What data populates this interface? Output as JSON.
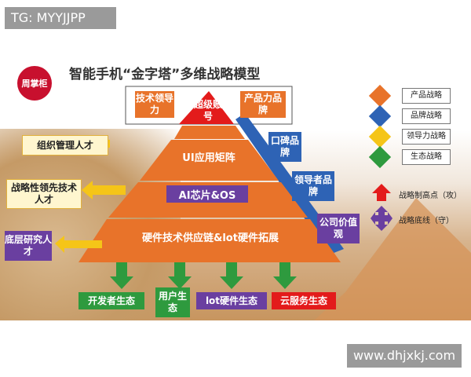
{
  "watermark_top": "TG: MYYJJPP",
  "watermark_bottom": "www.dhjxkj.com",
  "badge": "周掌柜",
  "title": "智能手机“金字塔”多维战略模型",
  "pyramid": {
    "apex": "超级账号",
    "top_left": "技术领导力",
    "top_right": "产品力品牌",
    "level_ui": "UI应用矩阵",
    "level_ai": "AI芯片&OS",
    "level_hw": "硬件技术供应链&lot硬件拓展"
  },
  "right_blocks": [
    {
      "label": "口碑品牌"
    },
    {
      "label": "领导者品牌"
    },
    {
      "label": "公司价值观"
    }
  ],
  "left_cards": [
    {
      "label": "组织管理人才"
    },
    {
      "label": "战略性领先技术人才"
    },
    {
      "label": "底层研究人才"
    }
  ],
  "bottom_blocks": [
    {
      "label": "开发者生态"
    },
    {
      "label": "用户生态"
    },
    {
      "label": "lot硬件生态"
    },
    {
      "label": "云服务生态"
    }
  ],
  "legend": [
    {
      "label": "产品战略",
      "color": "#e8732a"
    },
    {
      "label": "品牌战略",
      "color": "#2e63b5"
    },
    {
      "label": "领导力战略",
      "color": "#f5c518"
    },
    {
      "label": "生态战略",
      "color": "#2e9a3e"
    },
    {
      "label": "战略制高点（攻）",
      "color": "#e31b1b"
    },
    {
      "label": "战略底线（守）",
      "color": "#6a3fa0"
    }
  ]
}
